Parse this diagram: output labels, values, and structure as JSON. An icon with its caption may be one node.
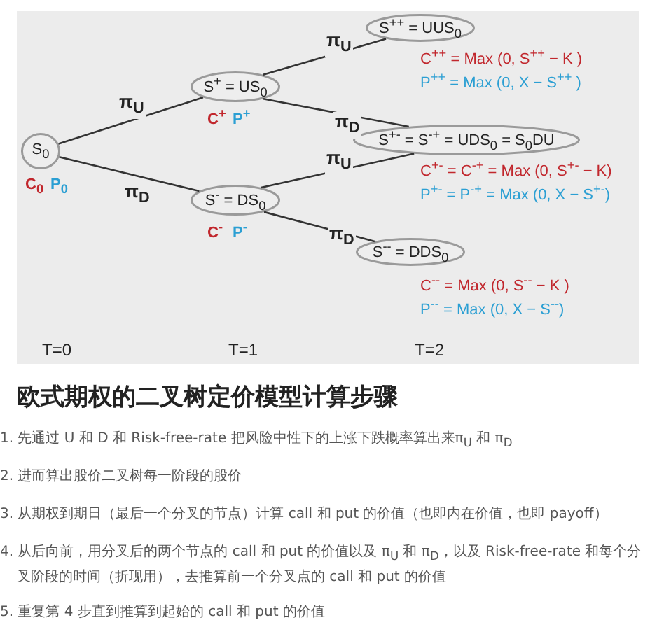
{
  "diagram": {
    "title": "欧式期权的二叉树定价模型计算步骤",
    "nodes": [
      {
        "text": [
          "S$_{0}$"
        ],
        "beside": [
          "C$_{0}$",
          "P$_{0}$"
        ]
      },
      {
        "text": [
          "S$^{+}$ = US$_{0}$"
        ],
        "beside": [
          "C$^{+}$",
          "P$^{+}$"
        ]
      },
      {
        "text": [
          "S$^{-}$ = DS$_{0}$"
        ],
        "beside": [
          "C$^{-}$",
          "P$^{-}$"
        ]
      },
      {
        "text": [
          "S$^{++}$ = UUS$_{0}$"
        ],
        "beside": [
          "C$^{++}$ = Max (0, S$^{++}$ − K )",
          "P$^{++}$ = Max (0, X − S$^{++}$ )"
        ]
      },
      {
        "text": [
          "S$^{+-}$ = S$^{-+}$ = UDS$_{0}$ = S$_{0}$DU"
        ],
        "beside": [
          "C$^{+-}$ = C$^{-+}$ = Max (0, S$^{+-}$ − K)",
          "P$^{+-}$ = P$^{-+}$ = Max (0, X − S$^{+-}$)"
        ]
      },
      {
        "text": [
          "S$^{--}$ = DDS$_{0}$"
        ],
        "beside": [
          "C$^{--}$ = Max (0, S$^{--}$ − K )",
          "P$^{--}$ = Max (0, X − S$^{--}$)"
        ]
      }
    ],
    "edges": [
      {
        "from": 0,
        "to": 1,
        "arrow": "none",
        "label": "π$_{U}$"
      },
      {
        "from": 0,
        "to": 2,
        "arrow": "none",
        "label": "π$_{D}$"
      },
      {
        "from": 1,
        "to": 3,
        "arrow": "none",
        "label": "π$_{U}$"
      },
      {
        "from": 1,
        "to": 4,
        "arrow": "none",
        "label": "π$_{D}$"
      },
      {
        "from": 2,
        "to": 4,
        "arrow": "none",
        "label": "π$_{U}$"
      },
      {
        "from": 2,
        "to": 5,
        "arrow": "none",
        "label": "π$_{D}$"
      }
    ],
    "labels": [
      "T=0",
      "T=1",
      "T=2",
      "1. 先通过 U 和 D 和 Risk-free-rate 把风险中性下的上涨下跌概率算出来π$_{U}$ 和 π$_{D}$",
      "2. 进而算出股价二叉树每一阶段的股价",
      "3. 从期权到期日（最后一个分叉的节点）计算 call 和 put 的价值（也即内在价值，也即 payoff）",
      "4. 从后向前，用分叉后的两个节点的 call 和 put 的价值以及 π$_{U}$ 和 π$_{D}$，以及 Risk-free-rate 和每个分叉阶段的时间（折现用），去推算前一个分叉点的 call 和 put 的价值",
      "5. 重复第 4 步直到推算到起始的 call 和 put 的价值"
    ]
  }
}
